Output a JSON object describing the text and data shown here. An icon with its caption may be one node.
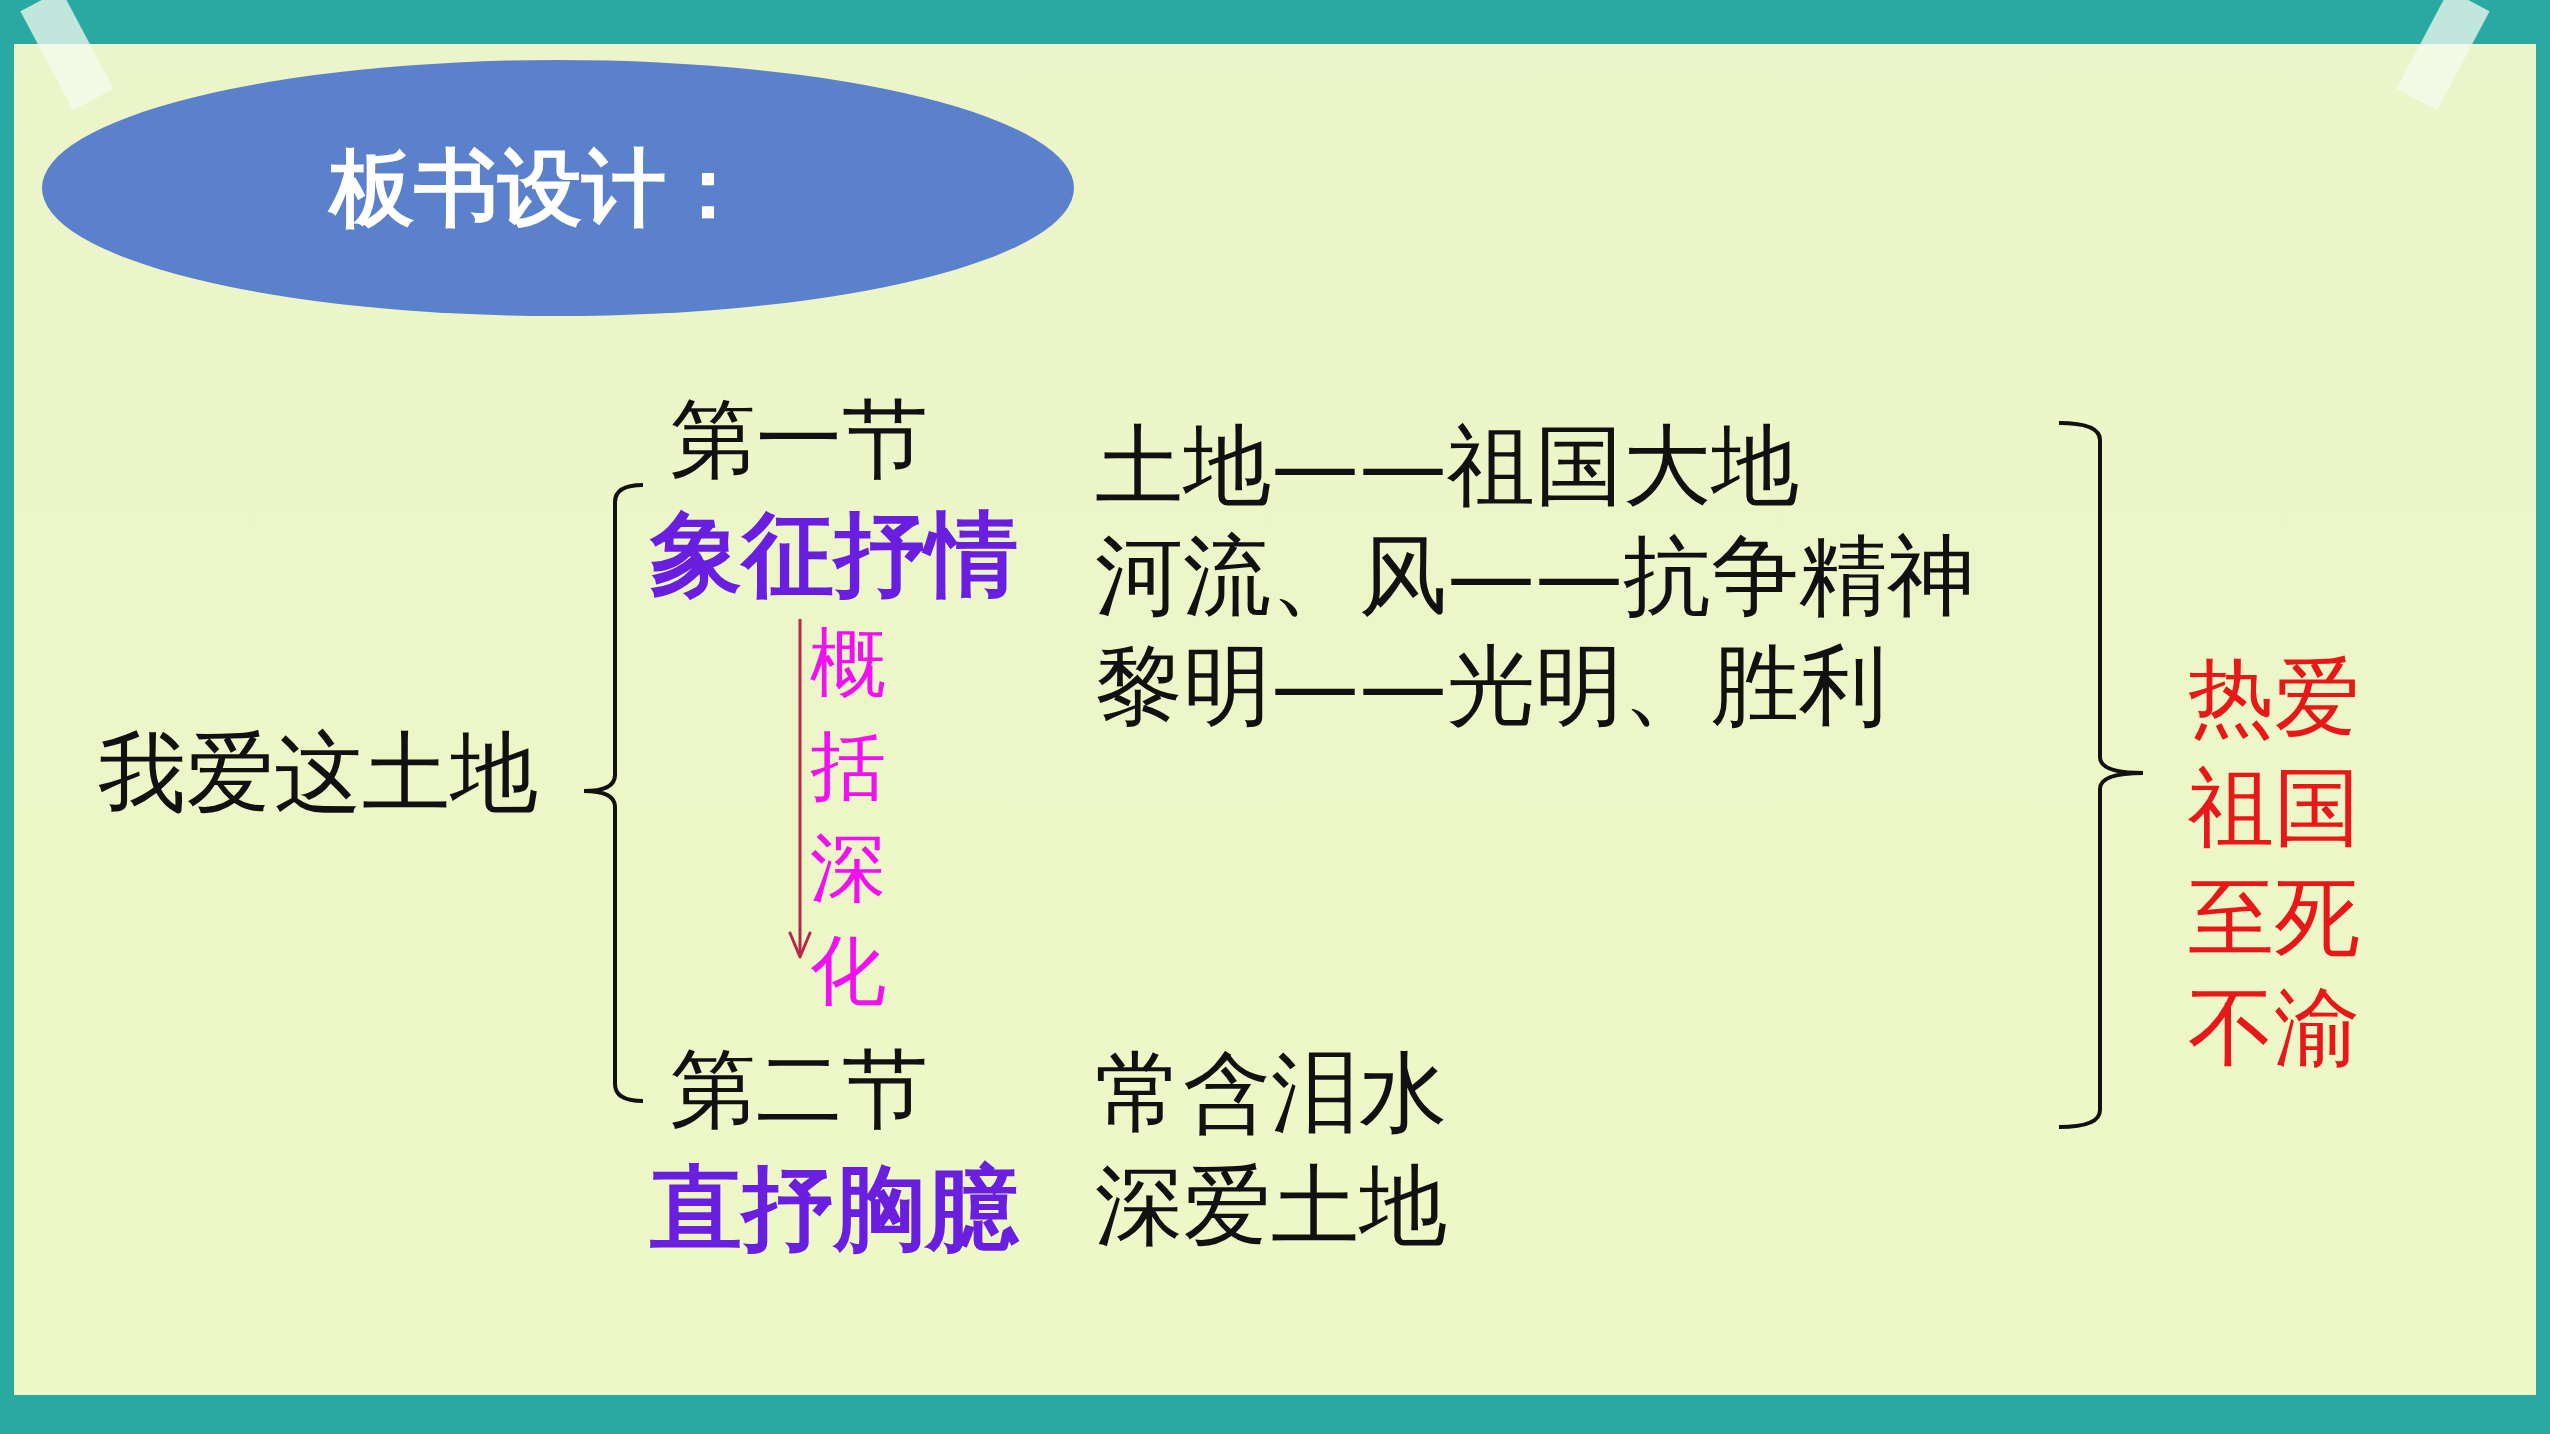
{
  "diagram": {
    "title": "板书设计：",
    "labels": [
      "我爱这土地",
      "第一节",
      "象征抒情",
      "概括深化",
      "第二节",
      "直抒胸臆",
      "土地——祖国大地",
      "河流、风——抗争精神",
      "黎明——光明、胜利",
      "常含泪水",
      "深爱土地",
      "热爱祖国至死不渝"
    ]
  }
}
